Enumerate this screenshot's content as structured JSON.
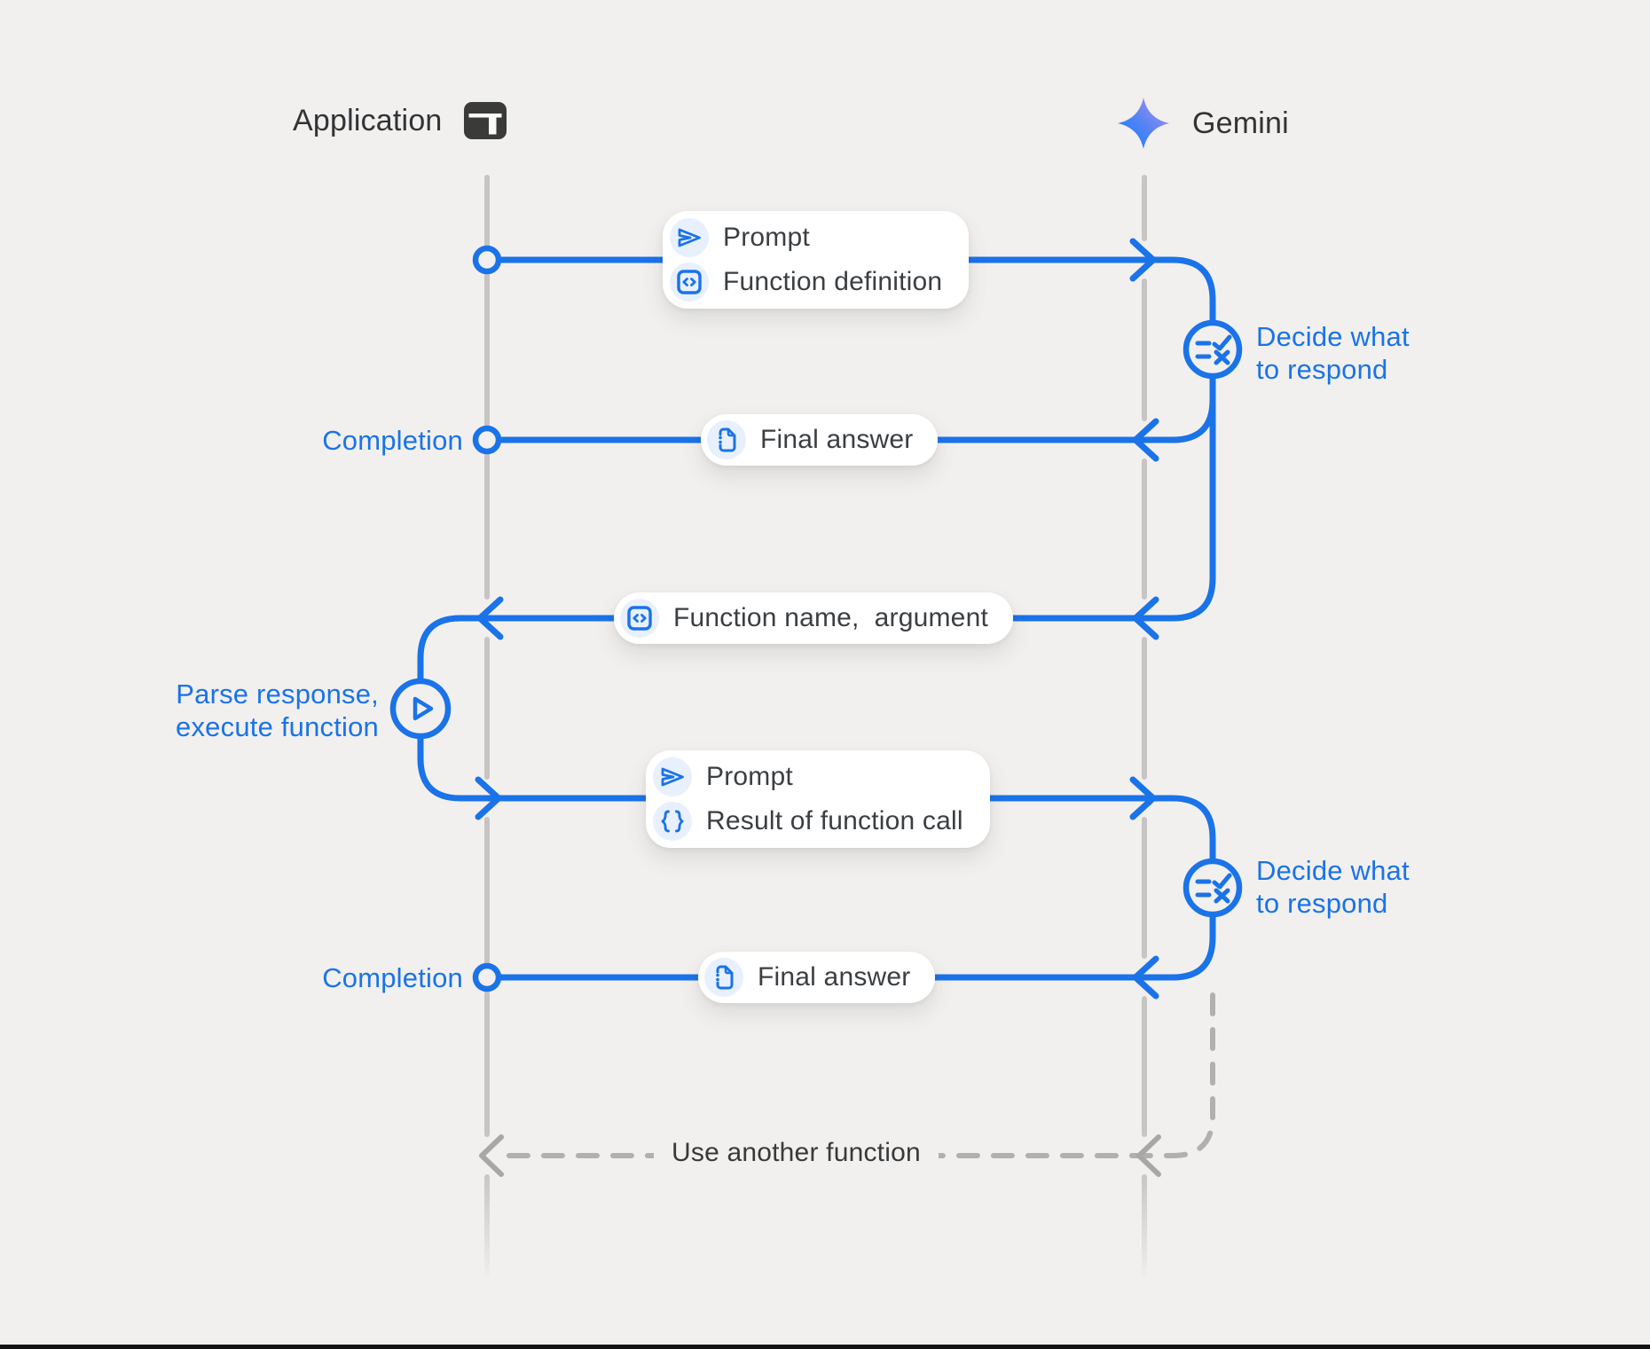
{
  "palette": {
    "background": "#f2f0ee",
    "accent_blue": "#1a73e8",
    "text_dark": "#3c4043",
    "lifeline_gray": "#c7c5c3",
    "dashed_gray": "#b2b0ae",
    "box_bg": "#ffffff",
    "icon_chip_bg": "#e8f0fe",
    "bottom_bar": "#141414"
  },
  "actors": {
    "application": {
      "label": "Application",
      "icon": "app-window-icon"
    },
    "gemini": {
      "label": "Gemini",
      "icon": "gemini-sparkle-icon"
    }
  },
  "messages": {
    "m1": {
      "rows": [
        {
          "icon": "send-icon",
          "label": "Prompt"
        },
        {
          "icon": "code-brackets-icon",
          "label": "Function definition"
        }
      ]
    },
    "m2": {
      "caption": "Completion",
      "rows": [
        {
          "icon": "document-icon",
          "label": "Final answer"
        }
      ]
    },
    "m3": {
      "rows": [
        {
          "icon": "code-brackets-icon",
          "label": "Function name,  argument"
        }
      ]
    },
    "m4": {
      "rows": [
        {
          "icon": "send-icon",
          "label": "Prompt"
        },
        {
          "icon": "curly-braces-icon",
          "label": "Result of function call"
        }
      ]
    },
    "m5": {
      "caption": "Completion",
      "rows": [
        {
          "icon": "document-icon",
          "label": "Final answer"
        }
      ]
    },
    "m6": {
      "label": "Use another function"
    }
  },
  "annotations": {
    "decide_1": {
      "line1": "Decide what",
      "line2": "to respond"
    },
    "parse": {
      "line1": "Parse response,",
      "line2": "execute function"
    },
    "decide_2": {
      "line1": "Decide what",
      "line2": "to respond"
    }
  }
}
